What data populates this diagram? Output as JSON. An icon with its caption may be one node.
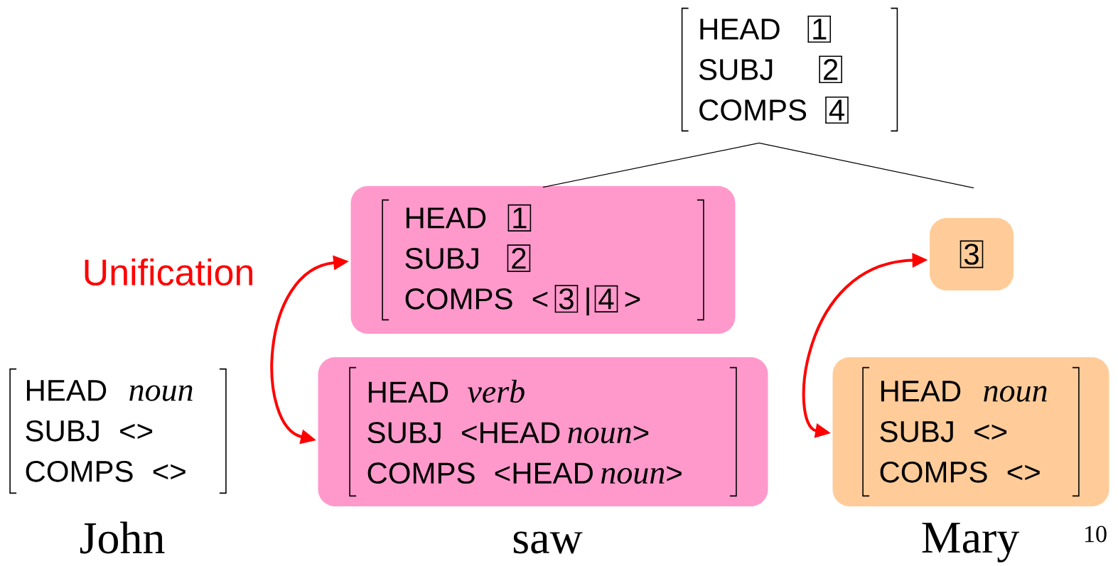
{
  "diagram": {
    "nodes": [
      {
        "text": [
          "HEAD",
          "1",
          "SUBJ",
          "2",
          "COMPS",
          "4"
        ]
      },
      {
        "text": [
          "HEAD",
          "1",
          "SUBJ",
          "2",
          "COMPS",
          "<",
          "3",
          "|",
          "4",
          ">"
        ]
      },
      {
        "text": [
          "3"
        ]
      },
      {
        "text": [
          "HEAD",
          "noun",
          "SUBJ",
          "<>",
          "COMPS",
          "<>"
        ],
        "beside": [
          "John"
        ]
      },
      {
        "text": [
          "HEAD",
          "verb",
          "SUBJ",
          "<HEAD",
          "noun",
          ">",
          "COMPS",
          "<HEAD",
          "noun",
          ">"
        ],
        "beside": [
          "saw"
        ]
      },
      {
        "text": [
          "HEAD",
          "noun",
          "SUBJ",
          "<>",
          "COMPS",
          "<>"
        ],
        "beside": [
          "Mary"
        ]
      }
    ],
    "edges": [
      {
        "from": 0,
        "to": 1,
        "arrow": "none"
      },
      {
        "from": 0,
        "to": 2,
        "arrow": "none"
      },
      {
        "from": 1,
        "to": 4,
        "arrow": "both",
        "style": "thick",
        "color": "#ff0000"
      },
      {
        "from": 2,
        "to": 5,
        "arrow": "both",
        "style": "thick",
        "color": "#ff0000"
      }
    ],
    "labels": [
      "Unification",
      "10"
    ]
  }
}
